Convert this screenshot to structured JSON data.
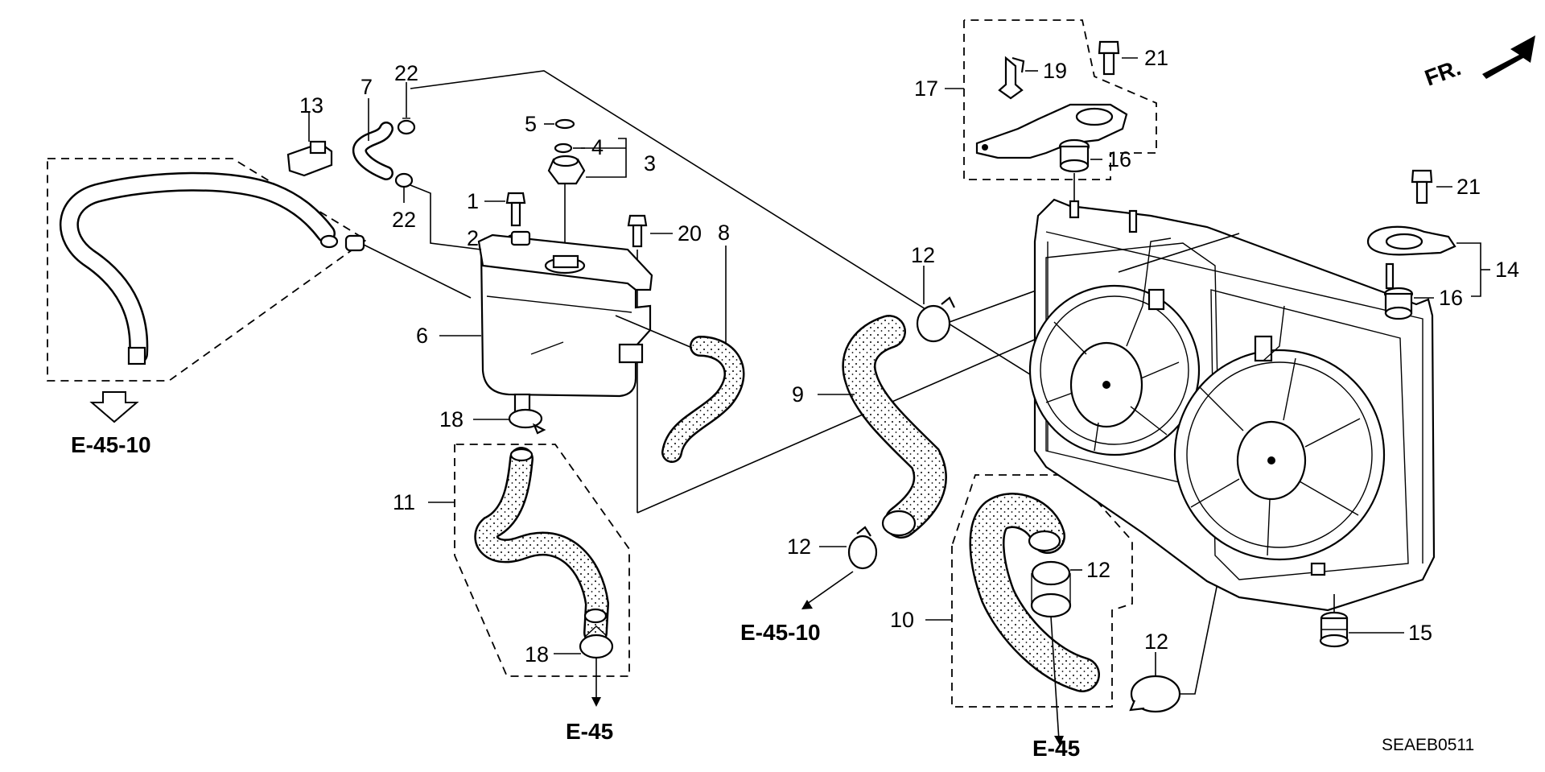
{
  "diagram_code": "SEAEB0511",
  "front_indicator": "FR.",
  "callouts": {
    "p1": "1",
    "p2": "2",
    "p3": "3",
    "p4": "4",
    "p5": "5",
    "p6": "6",
    "p7": "7",
    "p8": "8",
    "p9": "9",
    "p10": "10",
    "p11": "11",
    "p12a": "12",
    "p12b": "12",
    "p12c": "12",
    "p12d": "12",
    "p13": "13",
    "p14": "14",
    "p15": "15",
    "p16a": "16",
    "p16b": "16",
    "p17": "17",
    "p18a": "18",
    "p18b": "18",
    "p19": "19",
    "p20": "20",
    "p21a": "21",
    "p21b": "21",
    "p22a": "22",
    "p22b": "22"
  },
  "references": {
    "e4510_left": "E-45-10",
    "e4510_mid": "E-45-10",
    "e45_a": "E-45",
    "e45_b": "E-45"
  },
  "colors": {
    "ink": "#000000",
    "paper": "#ffffff"
  },
  "icons": [
    "front-arrow-icon",
    "hollow-down-arrow-icon"
  ]
}
